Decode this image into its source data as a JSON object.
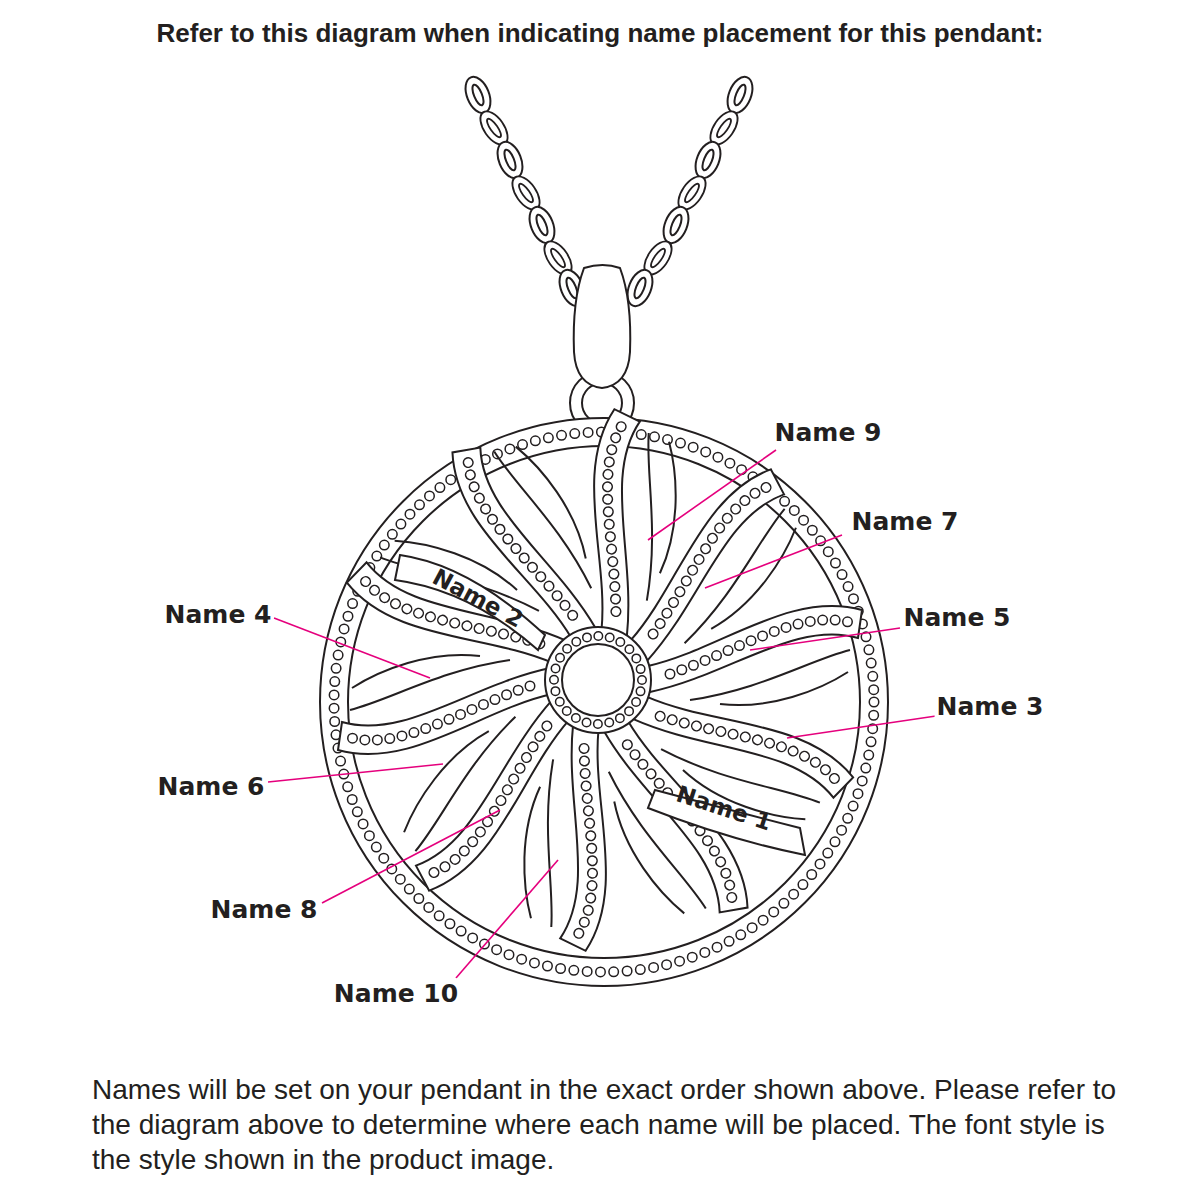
{
  "diagram": {
    "title": "Refer to this diagram when indicating name placement for this pendant:",
    "caption": "Names will be set on your pendant in the exact order shown above. Please refer to the diagram above to determine where each name will be placed. The font style is the style shown in the product image.",
    "labels": [
      "Name 9",
      "Name 7",
      "Name 5",
      "Name 3",
      "Name 4",
      "Name 2",
      "Name 6",
      "Name 8",
      "Name 10",
      "Name 1"
    ]
  }
}
